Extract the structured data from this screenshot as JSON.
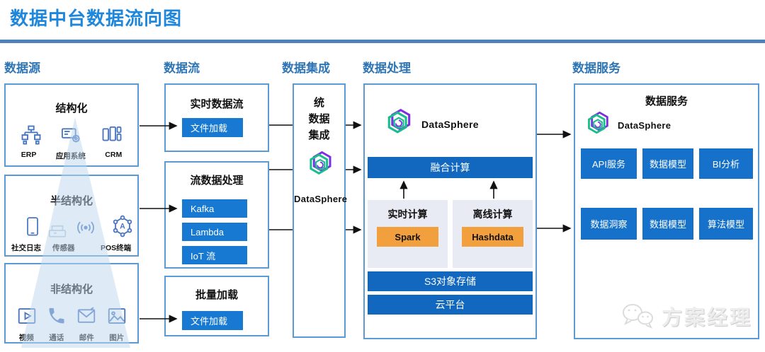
{
  "title": "数据中台数据流向图",
  "headers": {
    "source": "数据源",
    "flow": "数据流",
    "integration": "数据集成",
    "processing": "数据处理",
    "services": "数据服务"
  },
  "source_groups": [
    {
      "title": "结构化",
      "items": [
        {
          "label": "ERP"
        },
        {
          "label": "应用系统"
        },
        {
          "label": "CRM"
        }
      ]
    },
    {
      "title": "半结构化",
      "items": [
        {
          "label": "社交日志"
        },
        {
          "label": "传感器"
        },
        {
          "label": "POS终端"
        }
      ]
    },
    {
      "title": "非结构化",
      "items": [
        {
          "label": "视频"
        },
        {
          "label": "通话"
        },
        {
          "label": "邮件"
        },
        {
          "label": "图片"
        }
      ]
    }
  ],
  "flow_groups": [
    {
      "title": "实时数据流",
      "buttons": [
        {
          "label": "文件加载"
        }
      ]
    },
    {
      "title": "流数据处理",
      "buttons": [
        {
          "label": "Kafka"
        },
        {
          "label": "Lambda"
        },
        {
          "label": "IoT 流"
        }
      ]
    },
    {
      "title": "批量加载",
      "buttons": [
        {
          "label": "文件加载"
        }
      ]
    }
  ],
  "integration": {
    "line1": "统",
    "line2": "数据",
    "line3": "集成",
    "product": "DataSphere"
  },
  "processing": {
    "product": "DataSphere",
    "fusion_bar": "融合计算",
    "realtime": {
      "title": "实时计算",
      "engine": "Spark"
    },
    "offline": {
      "title": "离线计算",
      "engine": "Hashdata"
    },
    "storage_bar": "S3对象存储",
    "platform_bar": "云平台"
  },
  "services": {
    "title": "数据服务",
    "product": "DataSphere",
    "row1": [
      {
        "label": "API服务"
      },
      {
        "label": "数据模型"
      },
      {
        "label": "BI分析"
      }
    ],
    "row2": [
      {
        "label": "数据洞察"
      },
      {
        "label": "数据模型"
      },
      {
        "label": "算法模型"
      }
    ]
  },
  "watermark": {
    "label": "方案经理"
  },
  "colors": {
    "title_blue": "#1E87DB",
    "header_blue": "#2E75B6",
    "rule_blue": "#4F81BD",
    "border_blue": "#5B9BD5",
    "button_blue": "#1779D1",
    "bar_blue": "#1268BE",
    "service_blue": "#1571C9",
    "orange": "#F2A03D",
    "subbox_bg": "#E9EBF4",
    "logo_green": "#17BD8D",
    "logo_purple": "#7C2FE2"
  }
}
